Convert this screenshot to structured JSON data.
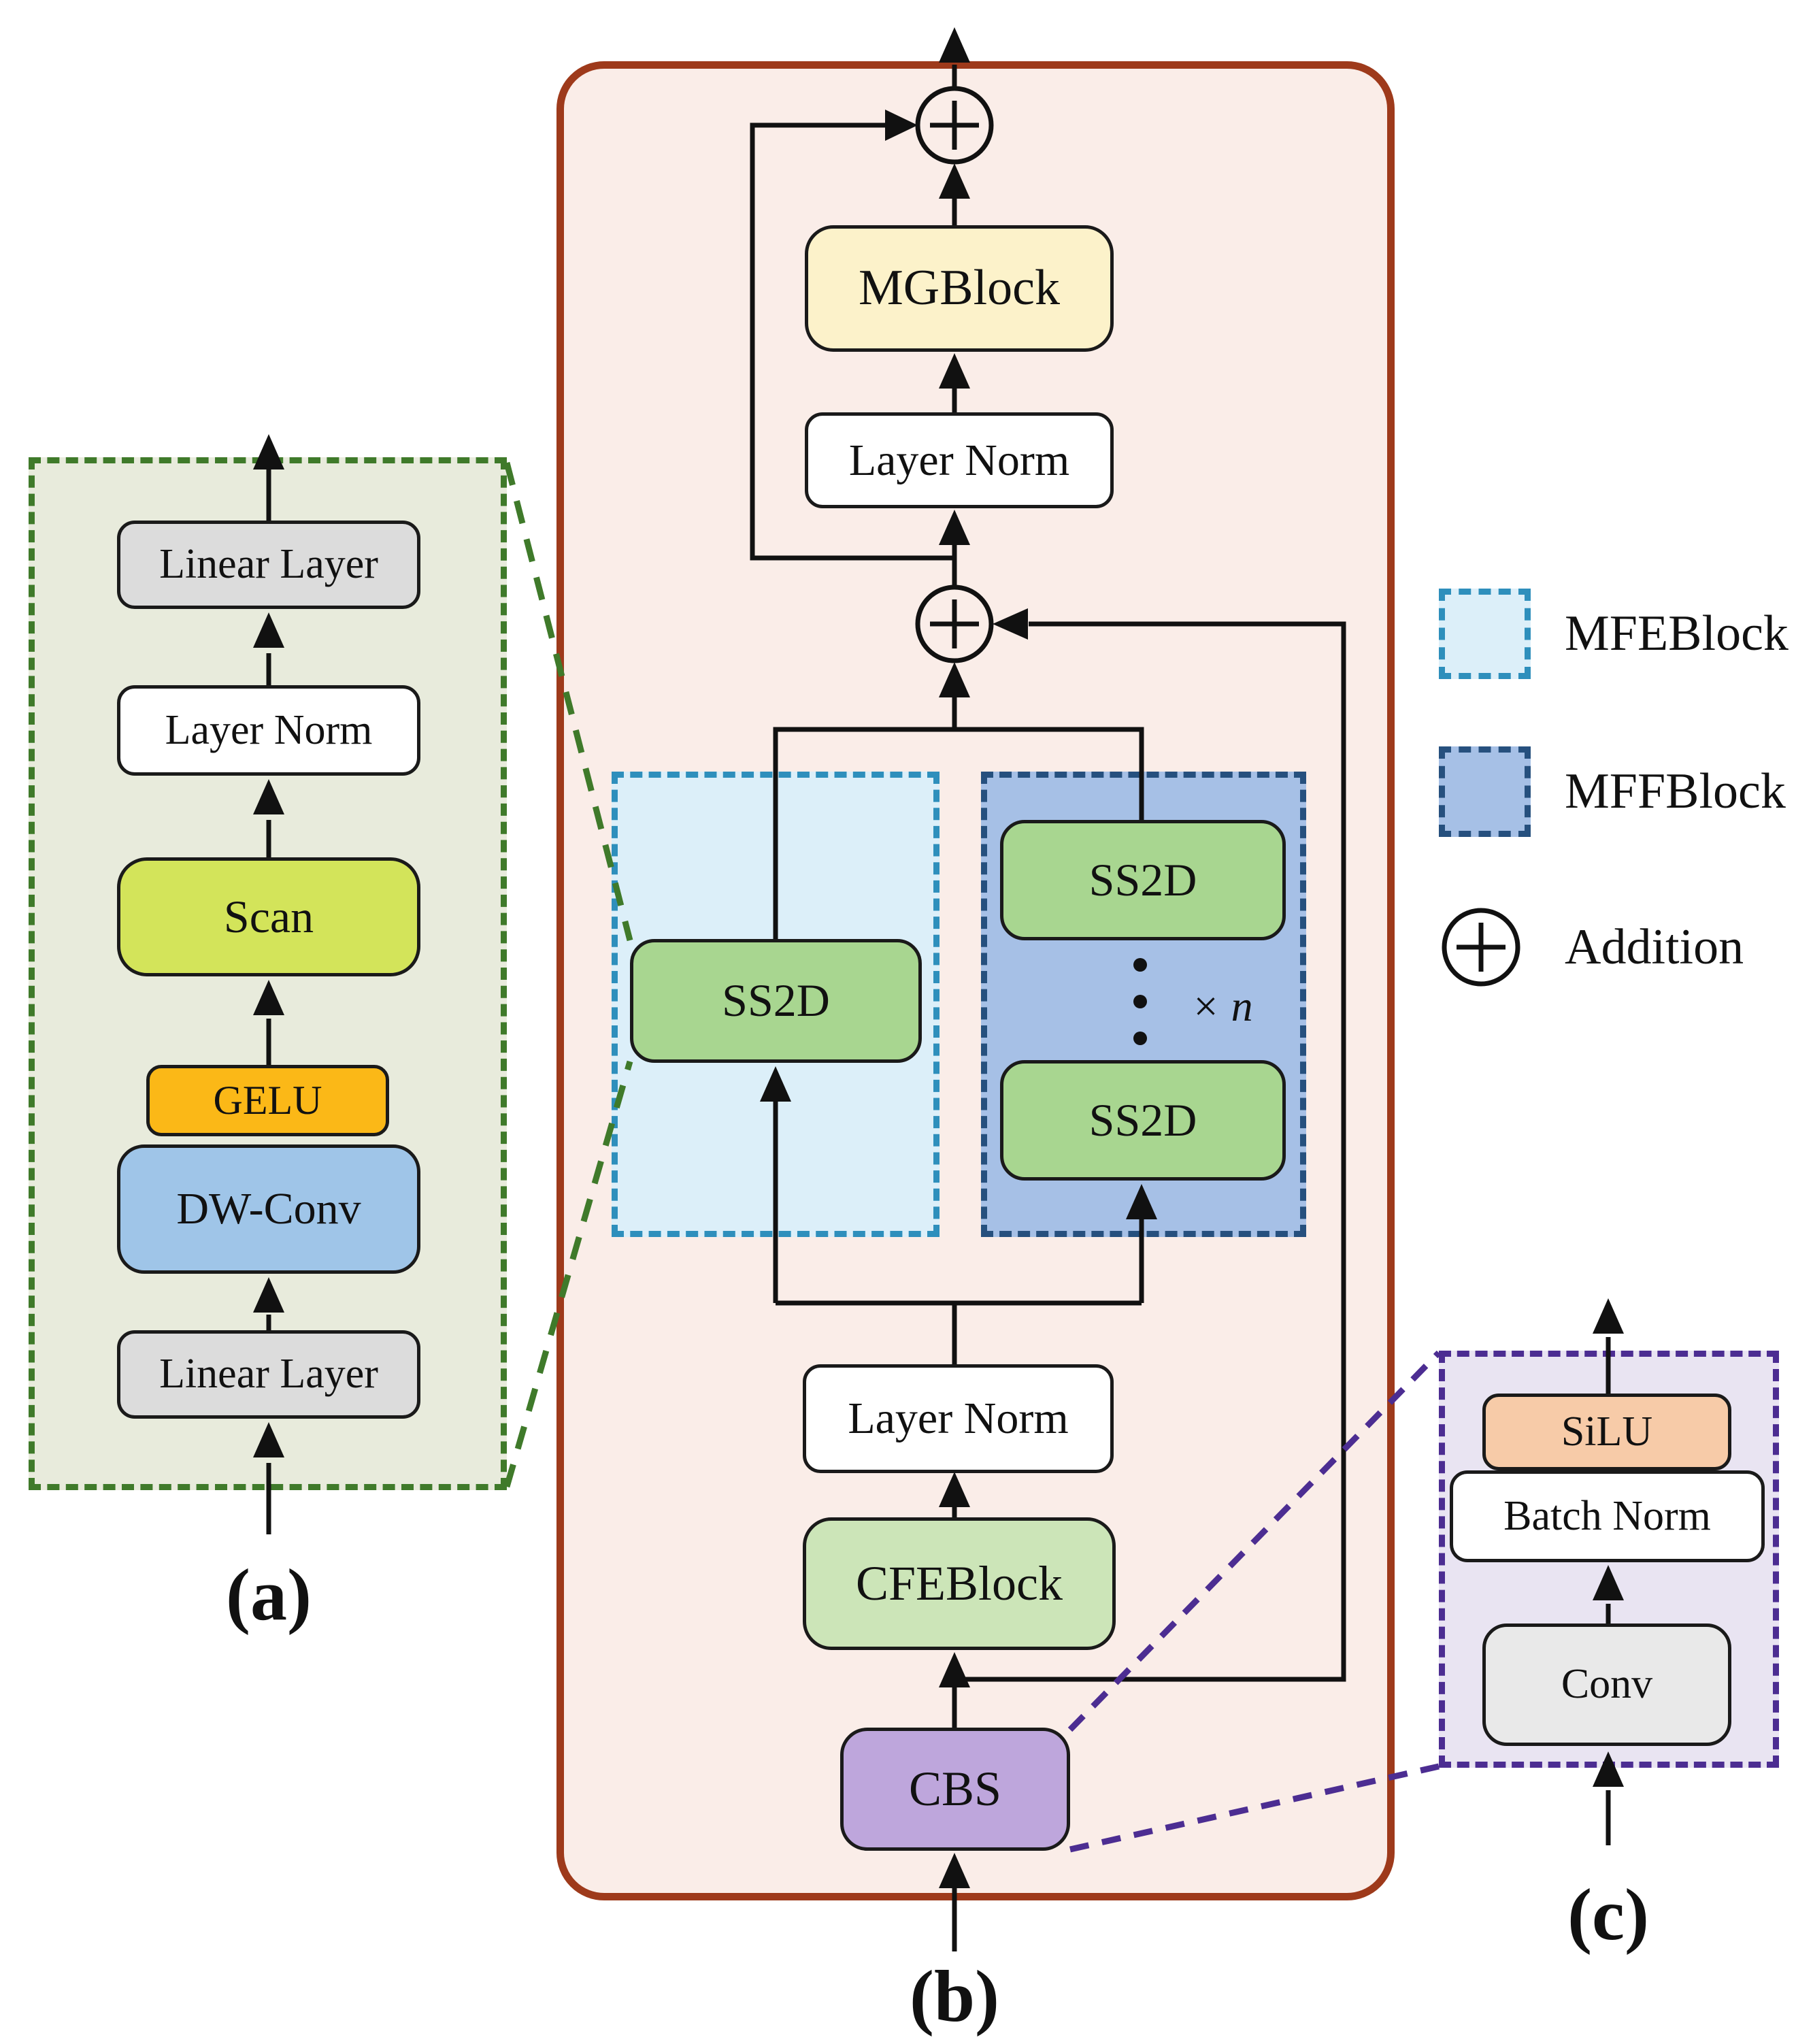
{
  "panel_a": {
    "label": "(a)",
    "linear_top": "Linear Layer",
    "layer_norm": "Layer Norm",
    "scan": "Scan",
    "gelu": "GELU",
    "dw_conv": "DW-Conv",
    "linear_bottom": "Linear Layer"
  },
  "panel_b": {
    "label": "(b)",
    "mgblock": "MGBlock",
    "layer_norm_top": "Layer Norm",
    "ss2d_mfe": "SS2D",
    "ss2d_mff_top": "SS2D",
    "ss2d_mff_bottom": "SS2D",
    "repeat": "× n",
    "layer_norm_bottom": "Layer Norm",
    "cfeblock": "CFEBlock",
    "cbs": "CBS"
  },
  "panel_c": {
    "label": "(c)",
    "silu": "SiLU",
    "batch_norm": "Batch Norm",
    "conv": "Conv"
  },
  "legend": {
    "items": [
      {
        "swatch": "mfe-swatch",
        "label": "MFEBlock"
      },
      {
        "swatch": "mff-swatch",
        "label": "MFFBlock"
      },
      {
        "swatch": "addition-icon",
        "label": "Addition"
      }
    ]
  },
  "colors": {
    "panel_b_fill": "#FAEDE8",
    "panel_b_border": "#9E3A1B",
    "panel_a_fill": "#E8EBDC",
    "panel_a_border": "#3F7A2A",
    "panel_c_fill": "#E9E4F2",
    "panel_c_border": "#4C2D92",
    "mfe_fill": "#DCEFF9",
    "mfe_border": "#2E8FBC",
    "mff_fill": "#A6C0E6",
    "mff_border": "#26507E",
    "ss2d_fill": "#A8D690",
    "mgblock_fill": "#FCF2CA",
    "cfeblock_fill": "#CCE5B8",
    "cbs_fill": "#BEA6DC",
    "silu_fill": "#F7CBA8",
    "conv_fill": "#E9E9E9",
    "linear_fill": "#DCDCDC",
    "layer_norm_fill": "#FFFFFF",
    "scan_fill": "#D3E45A",
    "gelu_fill": "#FBB817",
    "dw_conv_fill": "#9FC5E8",
    "line": "#111111"
  }
}
